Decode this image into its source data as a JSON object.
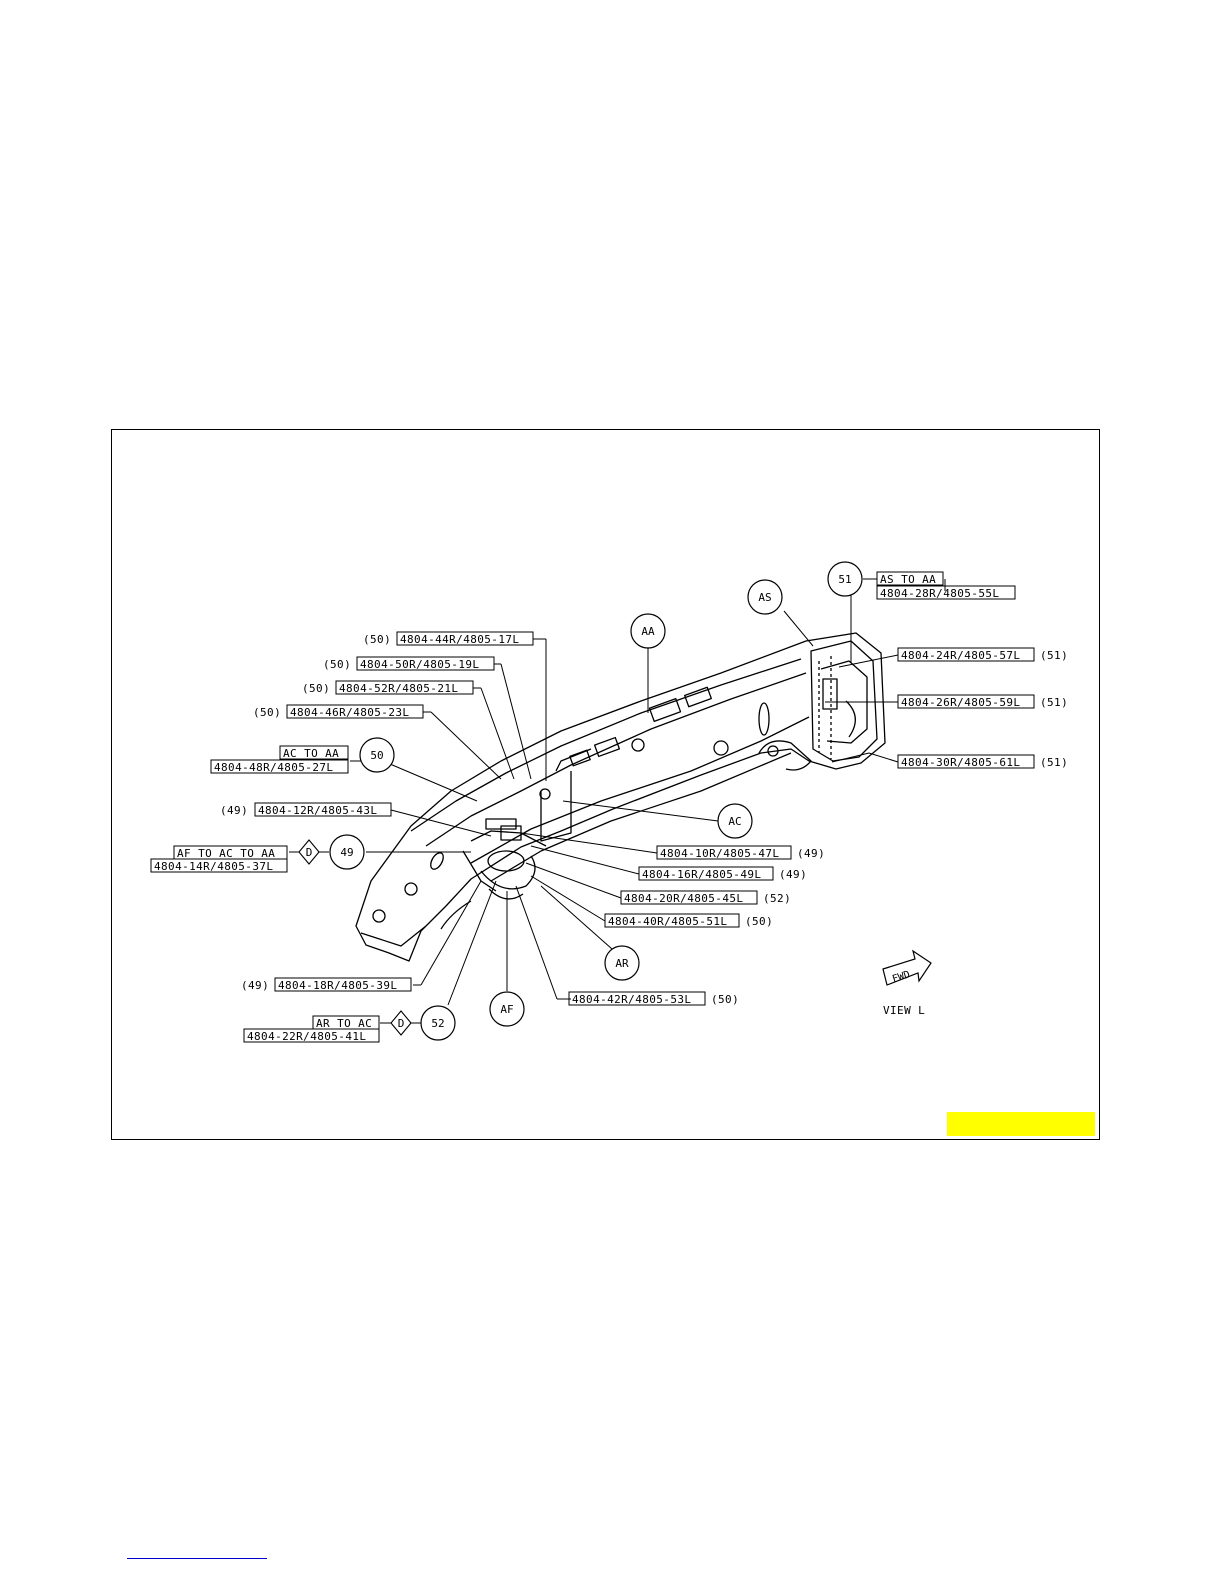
{
  "diagram": {
    "view_label": "VIEW L",
    "fwd_label": "FWD",
    "circles": [
      "AA",
      "AS",
      "51",
      "50",
      "49",
      "AC",
      "AR",
      "AF",
      "52"
    ],
    "diamond_symbol": "D",
    "part_labels": [
      {
        "prefix": "",
        "text": "4804-24R/4805-57L",
        "suffix": "(51)"
      },
      {
        "prefix": "",
        "text": "4804-26R/4805-59L",
        "suffix": "(51)"
      },
      {
        "prefix": "",
        "text": "4804-30R/4805-61L",
        "suffix": "(51)"
      },
      {
        "prefix": "(50)",
        "text": "4804-44R/4805-17L",
        "suffix": ""
      },
      {
        "prefix": "(50)",
        "text": "4804-50R/4805-19L",
        "suffix": ""
      },
      {
        "prefix": "(50)",
        "text": "4804-52R/4805-21L",
        "suffix": ""
      },
      {
        "prefix": "(50)",
        "text": "4804-46R/4805-23L",
        "suffix": ""
      },
      {
        "prefix": "(49)",
        "text": "4804-12R/4805-43L",
        "suffix": ""
      },
      {
        "prefix": "",
        "text": "4804-10R/4805-47L",
        "suffix": "(49)"
      },
      {
        "prefix": "",
        "text": "4804-16R/4805-49L",
        "suffix": "(49)"
      },
      {
        "prefix": "",
        "text": "4804-20R/4805-45L",
        "suffix": "(52)"
      },
      {
        "prefix": "",
        "text": "4804-40R/4805-51L",
        "suffix": "(50)"
      },
      {
        "prefix": "(49)",
        "text": "4804-18R/4805-39L",
        "suffix": ""
      },
      {
        "prefix": "",
        "text": "4804-42R/4805-53L",
        "suffix": "(50)"
      }
    ],
    "stacked_labels": [
      {
        "line1": "AS TO AA",
        "line2": "4804-28R/4805-55L"
      },
      {
        "line1": "AC TO AA",
        "line2": "4804-48R/4805-27L"
      },
      {
        "line1": "AF TO AC TO AA",
        "line2": "4804-14R/4805-37L"
      },
      {
        "line1": "AR TO AC",
        "line2": "4804-22R/4805-41L"
      }
    ]
  },
  "colors": {
    "ink": "#000000",
    "highlight": "#ffff00",
    "footer_rule": "#0000cc"
  }
}
